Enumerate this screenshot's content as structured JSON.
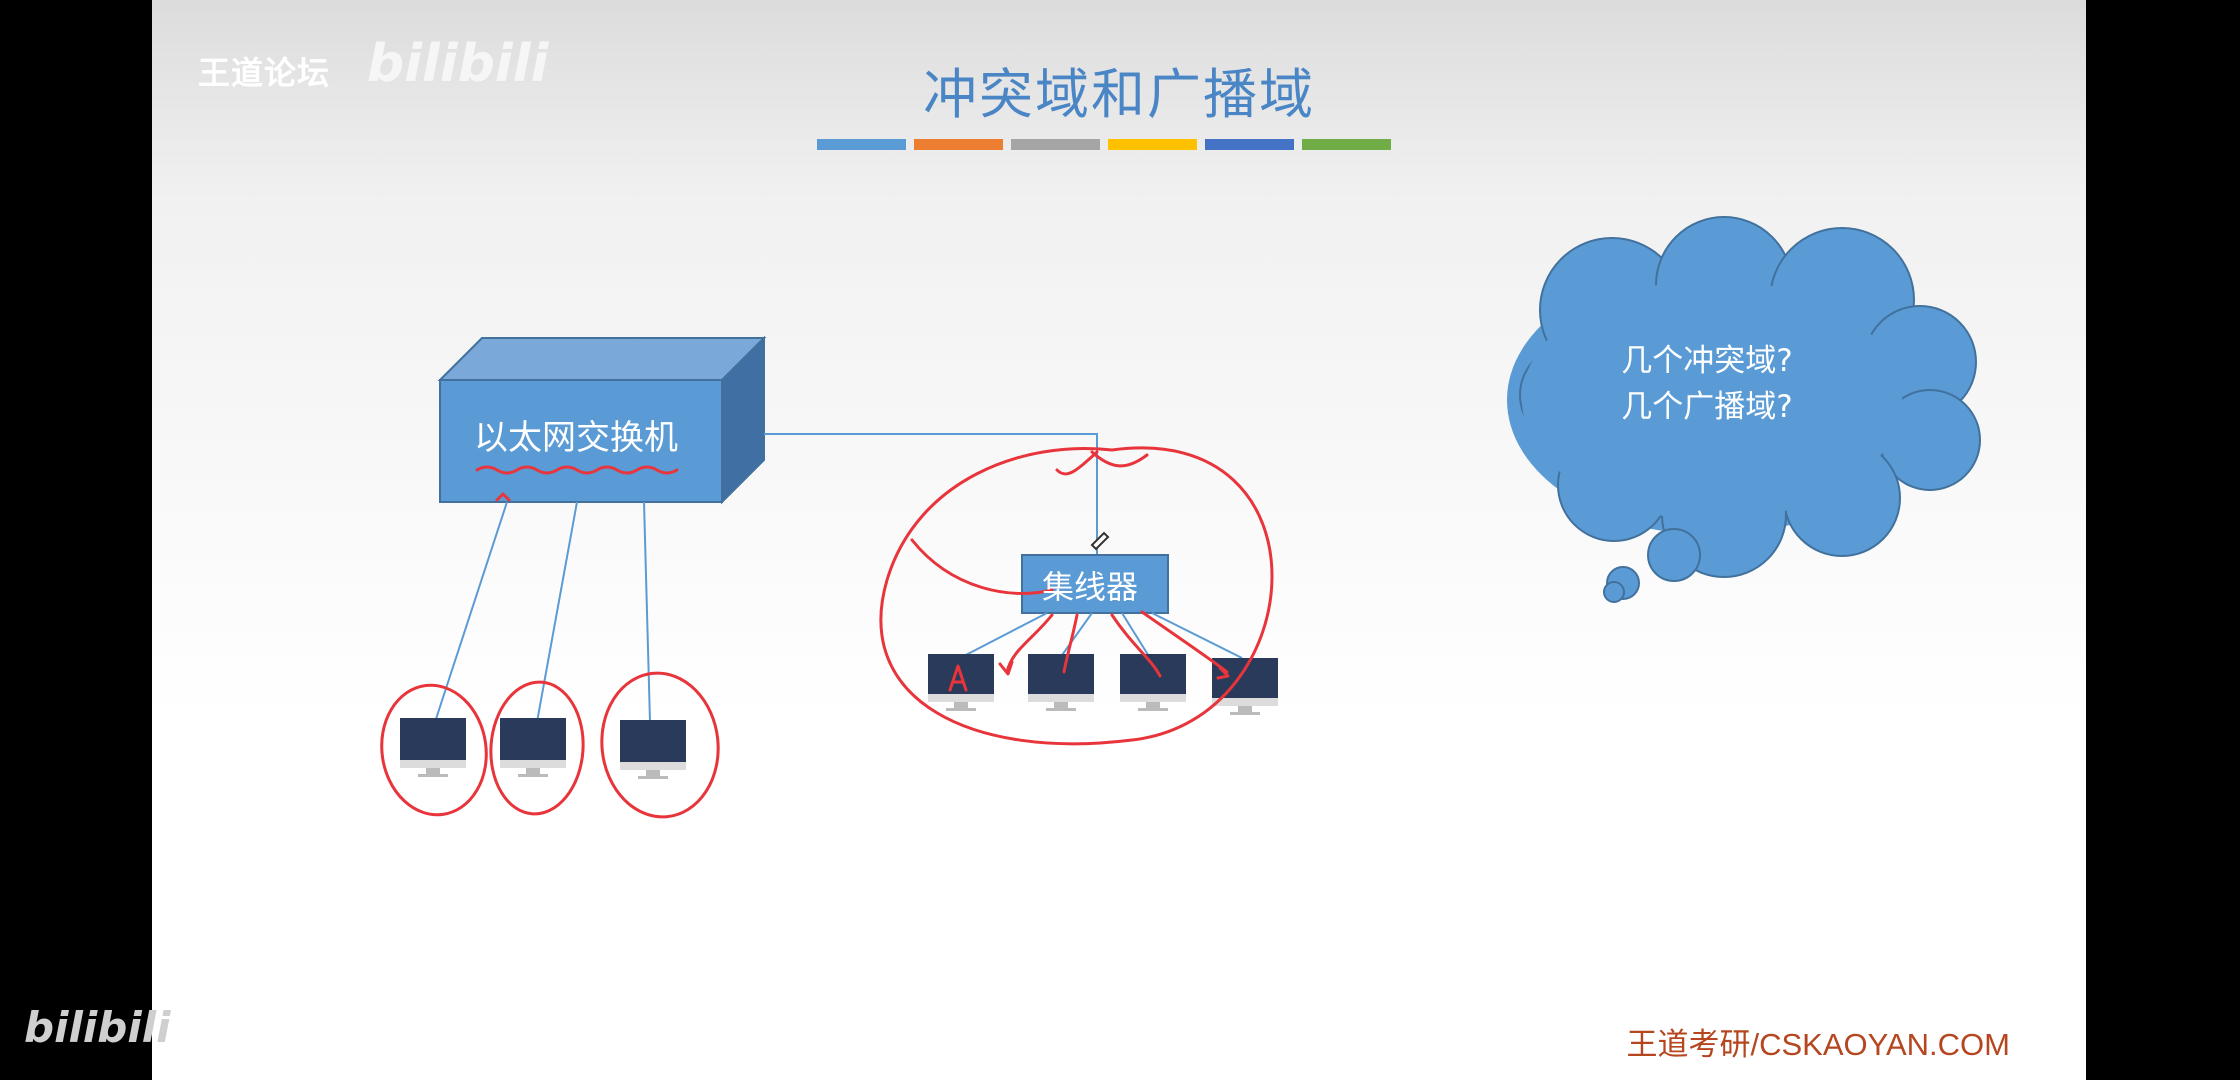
{
  "slide": {
    "title": "冲突域和广播域",
    "title_bar_colors": [
      "#5b9bd5",
      "#ed7d31",
      "#a5a5a5",
      "#ffc000",
      "#4472c4",
      "#70ad47"
    ]
  },
  "watermarks": {
    "forum": "王道论坛",
    "video_logo": "bilibili",
    "footer_brand": "王道考研/CSKAOYAN.COM"
  },
  "diagram": {
    "switch_label": "以太网交换机",
    "hub_label": "集线器",
    "cloud_lines": [
      "几个冲突域?",
      "几个广播域?"
    ],
    "annotation_letter": "A"
  },
  "player": {
    "logo": "bilibili"
  },
  "colors": {
    "box_fill": "#5b9bd5",
    "box_stroke": "#41719c",
    "annotation": "#e8343b",
    "monitor": "#2a3a5a"
  }
}
